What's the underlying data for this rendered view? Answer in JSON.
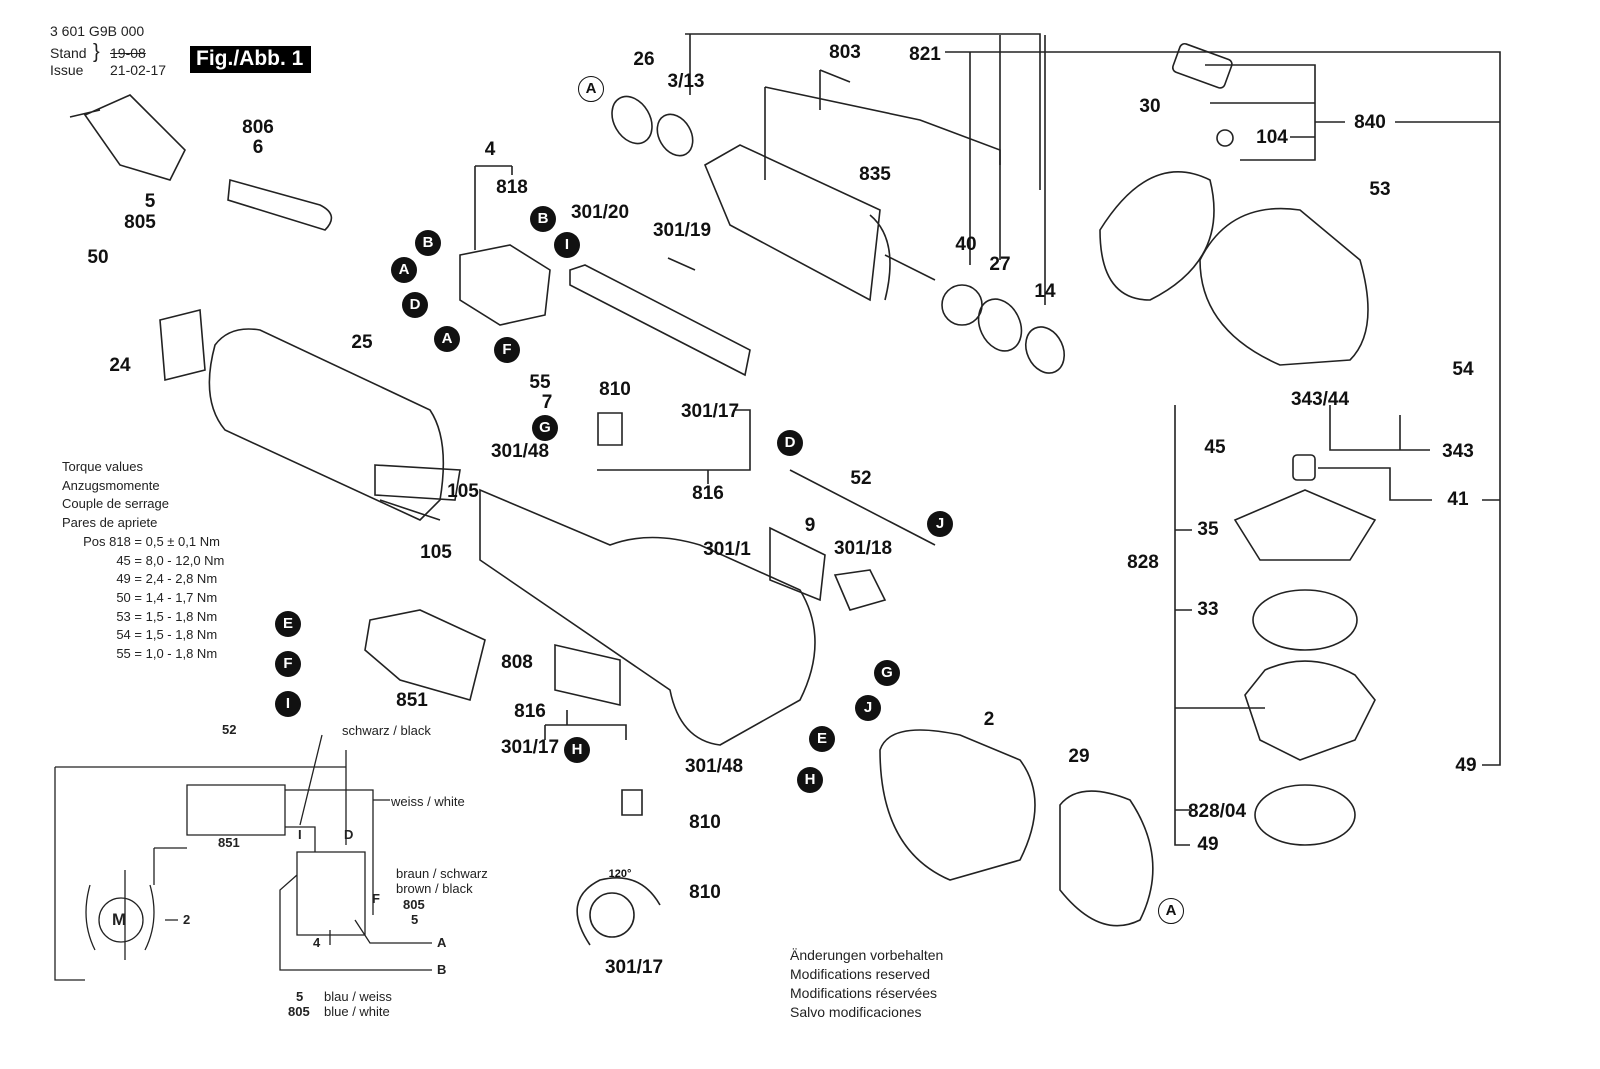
{
  "header": {
    "part_number": "3 601 G9B 000",
    "stand_label": "Stand",
    "issue_label": "Issue",
    "old_date": "19-08",
    "issue_date": "21-02-17",
    "figure_label": "Fig./Abb. 1"
  },
  "part_labels": {
    "p26": "26",
    "p3_13": "3/13",
    "p803": "803",
    "p821": "821",
    "p835": "835",
    "p30": "30",
    "p104": "104",
    "p840": "840",
    "p53": "53",
    "p40": "40",
    "p27": "27",
    "p14": "14",
    "p806": "806",
    "p6": "6",
    "p5": "5",
    "p805": "805",
    "p4": "4",
    "p818": "818",
    "p301_20": "301/20",
    "p301_19": "301/19",
    "p50": "50",
    "p24": "24",
    "p25": "25",
    "p55": "55",
    "p7": "7",
    "p810a": "810",
    "p301_17a": "301/17",
    "p301_48a": "301/48",
    "p816a": "816",
    "p105a": "105",
    "p105b": "105",
    "p52": "52",
    "p9": "9",
    "p301_1": "301/1",
    "p301_18": "301/18",
    "p851": "851",
    "p808": "808",
    "p816b": "816",
    "p301_17b": "301/17",
    "p301_48b": "301/48",
    "p810b": "810",
    "p810c": "810",
    "p301_17c": "301/17",
    "p2": "2",
    "p29": "29",
    "p54": "54",
    "p343_44": "343/44",
    "p343": "343",
    "p45": "45",
    "p41": "41",
    "p35": "35",
    "p828": "828",
    "p33": "33",
    "p49a": "49",
    "p828_04": "828/04",
    "p49b": "49",
    "angle": "120°"
  },
  "connectors": {
    "A": "A",
    "B": "B",
    "D": "D",
    "E": "E",
    "F": "F",
    "G": "G",
    "H": "H",
    "I": "I",
    "J": "J"
  },
  "torque": {
    "title_en": "Torque values",
    "title_de": "Anzugsmomente",
    "title_fr": "Couple de serrage",
    "title_es": "Pares de apriete",
    "rows": [
      {
        "pos": "Pos 818 =",
        "value": "0,5 ± 0,1 Nm"
      },
      {
        "pos": "45 =",
        "value": "8,0 - 12,0 Nm"
      },
      {
        "pos": "49 =",
        "value": "2,4 - 2,8 Nm"
      },
      {
        "pos": "50 =",
        "value": "1,4 - 1,7 Nm"
      },
      {
        "pos": "53 =",
        "value": "1,5 - 1,8 Nm"
      },
      {
        "pos": "54 =",
        "value": "1,5 - 1,8 Nm"
      },
      {
        "pos": "55 =",
        "value": "1,0 - 1,8 Nm"
      }
    ]
  },
  "wiring": {
    "label_52": "52",
    "label_851": "851",
    "label_2": "2",
    "label_4": "4",
    "motor": "M",
    "term_I": "I",
    "term_D": "D",
    "term_F": "F",
    "out_A": "A",
    "out_B": "B",
    "black": "schwarz / black",
    "white": "weiss / white",
    "brown_de": "braun / schwarz",
    "brown_en": "brown / black",
    "top_805": "805",
    "top_5": "5",
    "bottom_5": "5",
    "bottom_805": "805",
    "blue_de": "blau / weiss",
    "blue_en": "blue / white"
  },
  "notes": [
    "Änderungen vorbehalten",
    "Modifications reserved",
    "Modifications réservées",
    "Salvo modificaciones"
  ]
}
